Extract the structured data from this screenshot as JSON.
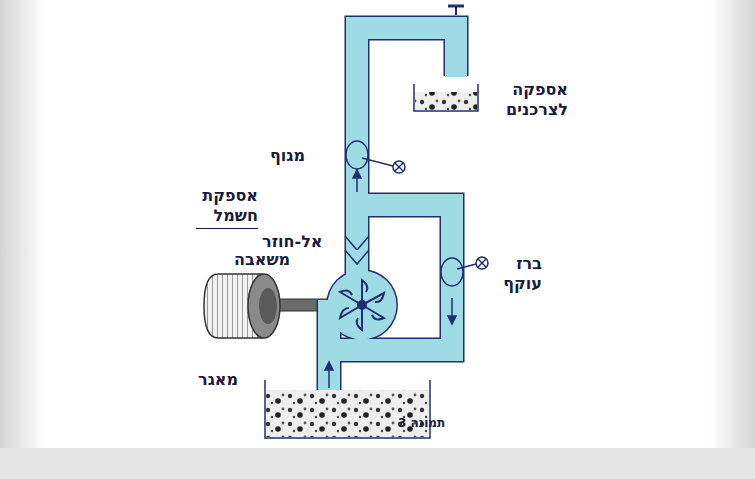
{
  "diagram": {
    "caption": "תמונה 3",
    "labels": [
      "אספקה לצרכנים",
      "מגוף",
      "אל-חוזר",
      "אספקת חשמל",
      "משאבה",
      "ברז עוקף",
      "מאגר"
    ]
  }
}
